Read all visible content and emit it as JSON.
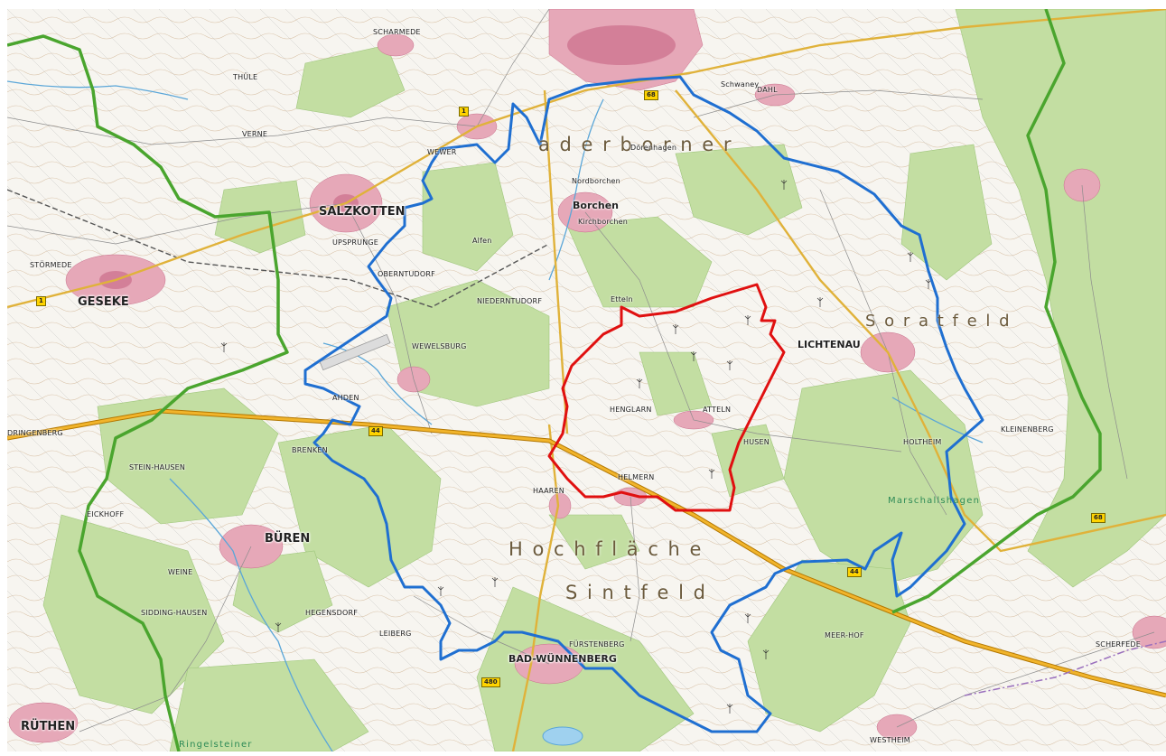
{
  "towns_major": [
    {
      "id": "salzkotten",
      "name": "SALZKOTTEN"
    },
    {
      "id": "geseke",
      "name": "GESEKE"
    },
    {
      "id": "borchen",
      "name": "Borchen"
    },
    {
      "id": "lichtenau",
      "name": "LICHTENAU"
    },
    {
      "id": "bueren",
      "name": "BÜREN"
    },
    {
      "id": "bad-wuennenberg",
      "name": "BAD-WÜNNENBERG"
    },
    {
      "id": "ruethen",
      "name": "RÜTHEN"
    }
  ],
  "towns_minor": [
    {
      "id": "scharmede",
      "name": "SCHARMEDE"
    },
    {
      "id": "thuele",
      "name": "THÜLE"
    },
    {
      "id": "verne",
      "name": "VERNE"
    },
    {
      "id": "upsprunge",
      "name": "UPSPRUNGE"
    },
    {
      "id": "oberntudorf",
      "name": "OBERNTUDORF"
    },
    {
      "id": "niederntudorf",
      "name": "NIEDERNTUDORF"
    },
    {
      "id": "wewelsburg",
      "name": "WEWELSBURG"
    },
    {
      "id": "ahden",
      "name": "AHDEN"
    },
    {
      "id": "brenken",
      "name": "BRENKEN"
    },
    {
      "id": "henglarn",
      "name": "HENGLARN"
    },
    {
      "id": "atteln",
      "name": "ATTELN"
    },
    {
      "id": "husen",
      "name": "HUSEN"
    },
    {
      "id": "etteln",
      "name": "Etteln"
    },
    {
      "id": "helmern",
      "name": "HELMERN"
    },
    {
      "id": "haaren",
      "name": "HAAREN"
    },
    {
      "id": "leiberg",
      "name": "LEIBERG"
    },
    {
      "id": "fuerstenberg",
      "name": "FÜRSTENBERG"
    },
    {
      "id": "meerhof",
      "name": "MEER-HOF"
    },
    {
      "id": "dahl",
      "name": "DAHL"
    },
    {
      "id": "kleinenberg",
      "name": "KLEINENBERG"
    },
    {
      "id": "holtheim",
      "name": "HOLTHEIM"
    },
    {
      "id": "westheim",
      "name": "WESTHEIM"
    },
    {
      "id": "scherfede",
      "name": "SCHERFEDE"
    },
    {
      "id": "steinhausen",
      "name": "STEIN-HAUSEN"
    },
    {
      "id": "stoermede",
      "name": "STÖRMEDE"
    },
    {
      "id": "nordborchen",
      "name": "Nordborchen"
    },
    {
      "id": "kirchborchen",
      "name": "Kirchborchen"
    },
    {
      "id": "alfen",
      "name": "Alfen"
    },
    {
      "id": "doerenhagen",
      "name": "Dörenhagen"
    },
    {
      "id": "schwaney",
      "name": "Schwaney"
    },
    {
      "id": "siddinghausen",
      "name": "SIDDING-HAUSEN"
    },
    {
      "id": "weine",
      "name": "WEINE"
    },
    {
      "id": "hegensdorf",
      "name": "HEGENSDORF"
    },
    {
      "id": "eickhoff",
      "name": "EICKHOFF"
    },
    {
      "id": "dringenberg-label",
      "name": "DRINGENBERG"
    },
    {
      "id": "wewer",
      "name": "WEWER"
    }
  ],
  "region_letters": [
    {
      "id": "paderborner-hochflaeche-1",
      "text": "a  d  e  r  b  o  r  n  e  r"
    },
    {
      "id": "paderborner-hochflaeche-2",
      "text": "H  o  c  h  f  l  ä  c  h  e"
    },
    {
      "id": "sintfeld",
      "text": "S  i  n  t  f  e  l  d"
    },
    {
      "id": "soratfeld",
      "text": "S  o  r  a  t  f  e  l  d"
    }
  ],
  "forest_names": [
    {
      "id": "marschallshagen",
      "text": "Marschallshagen"
    },
    {
      "id": "ringelsteiner-wald",
      "text": "Ringelsteiner"
    }
  ],
  "road_badges": [
    {
      "id": "b1-north",
      "text": "1"
    },
    {
      "id": "b1-west",
      "text": "1"
    },
    {
      "id": "a44-west",
      "text": "44"
    },
    {
      "id": "a44-east",
      "text": "44"
    },
    {
      "id": "b68-north",
      "text": "68"
    },
    {
      "id": "b68-east",
      "text": "68"
    },
    {
      "id": "b480",
      "text": "480"
    }
  ],
  "colors": {
    "forest": "#c3dea2",
    "forest_dark": "#a9cf86",
    "settlement": "#e6a8b8",
    "settlement_core": "#d37f98",
    "motorway": "#e3a317",
    "road_main": "#f2d23a",
    "road_minor": "#9a9a9a",
    "water": "#5aa6d8",
    "boundary_blue": "#1f6fd1",
    "boundary_red": "#e01010",
    "boundary_green": "#4aa52e",
    "contour": "#c8a98a"
  }
}
